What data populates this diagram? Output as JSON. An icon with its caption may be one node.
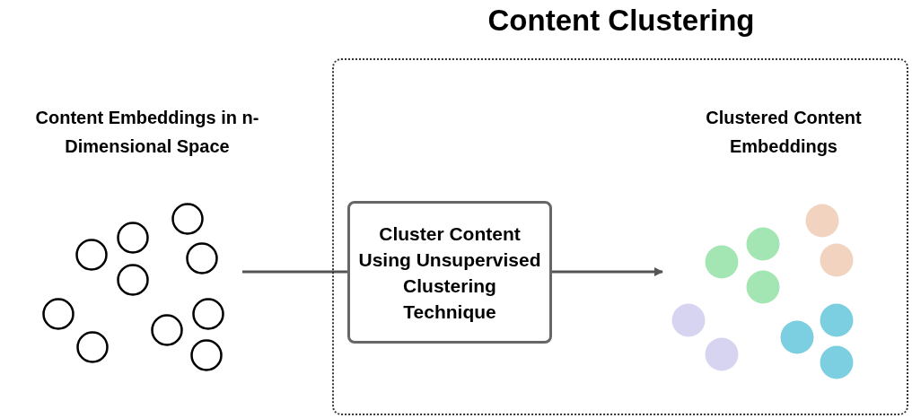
{
  "diagram": {
    "nodes": [
      {
        "text": [
          "Content Clustering"
        ]
      },
      {
        "text": [
          "Content Embeddings in n-Dimensional Space"
        ]
      },
      {
        "text": [
          "Cluster Content Using Unsupervised Clustering Technique"
        ],
        "in": 0
      },
      {
        "text": [
          "Clustered Content Embeddings"
        ],
        "in": 0
      }
    ],
    "edges": [
      {
        "from": 1,
        "to": 2,
        "arrow": "none"
      },
      {
        "from": 2,
        "to": 3,
        "arrow": "to"
      }
    ]
  }
}
